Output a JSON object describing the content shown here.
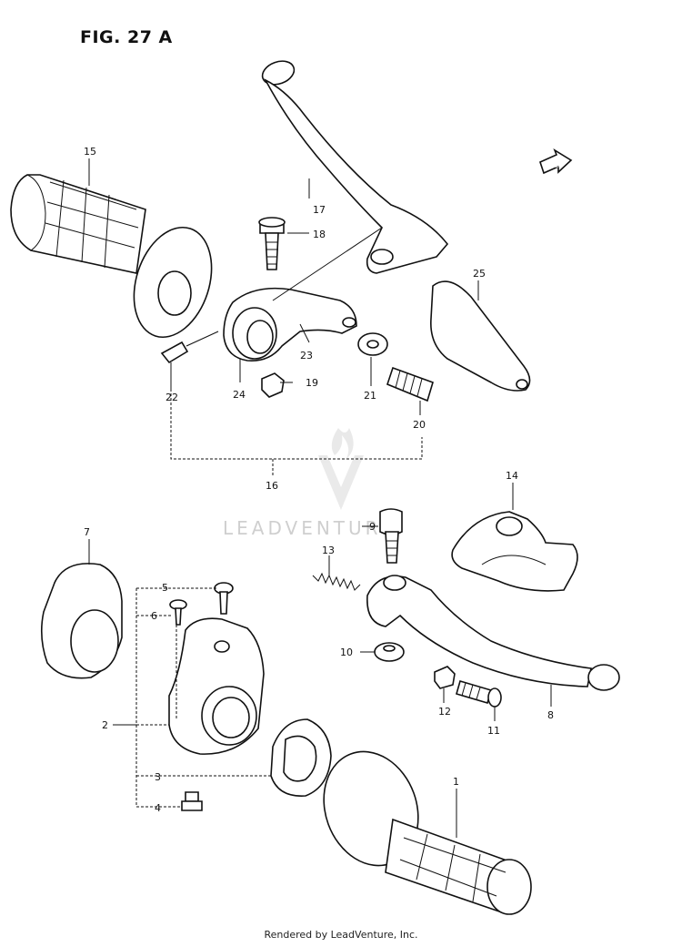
{
  "figure": {
    "title": "FIG. 27 A"
  },
  "watermark": {
    "text": "LEADVENTURE"
  },
  "footer": {
    "text": "Rendered by LeadVenture, Inc."
  },
  "arrow_label": "FWD",
  "callouts": [
    "1",
    "2",
    "3",
    "4",
    "5",
    "6",
    "7",
    "8",
    "9",
    "10",
    "11",
    "12",
    "13",
    "14",
    "15",
    "16",
    "17",
    "18",
    "19",
    "20",
    "21",
    "22",
    "23",
    "24",
    "25"
  ]
}
